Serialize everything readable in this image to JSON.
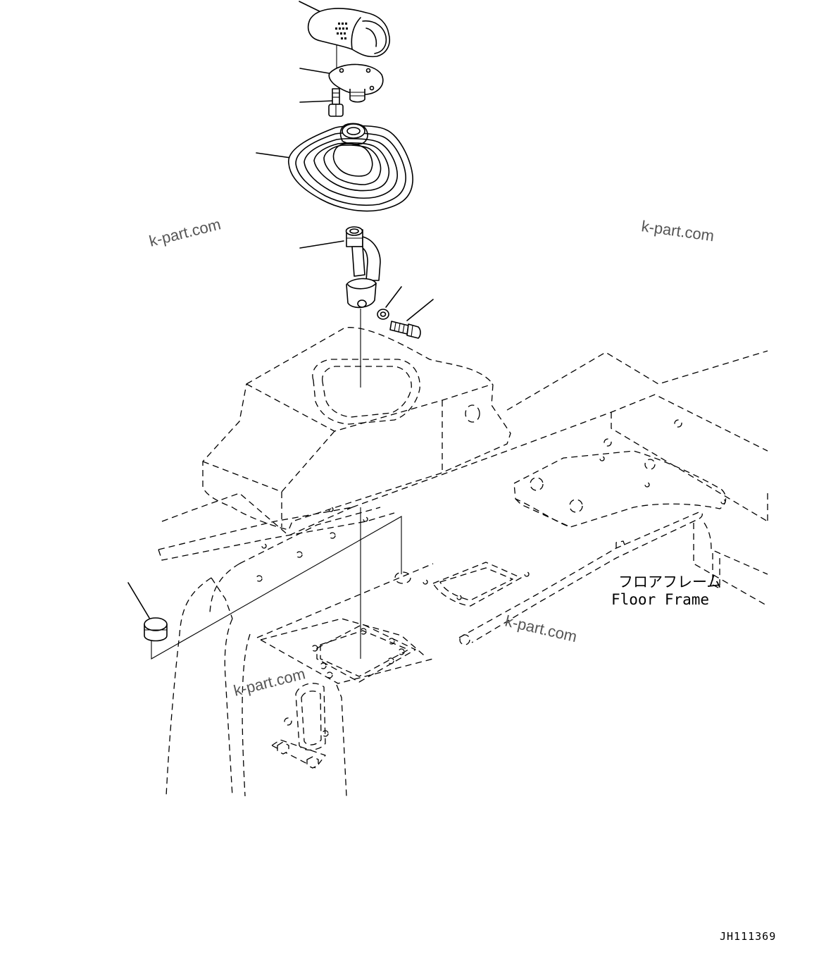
{
  "drawing": {
    "part_label_jp": "フロアフレーム",
    "part_label_en": "Floor Frame",
    "drawing_code": "JH111369",
    "watermarks": [
      "k-part.com",
      "k-part.com",
      "k-part.com",
      "k-part.com"
    ],
    "knob_marking": "■■■ ■■■■ ■■■ ■■"
  }
}
